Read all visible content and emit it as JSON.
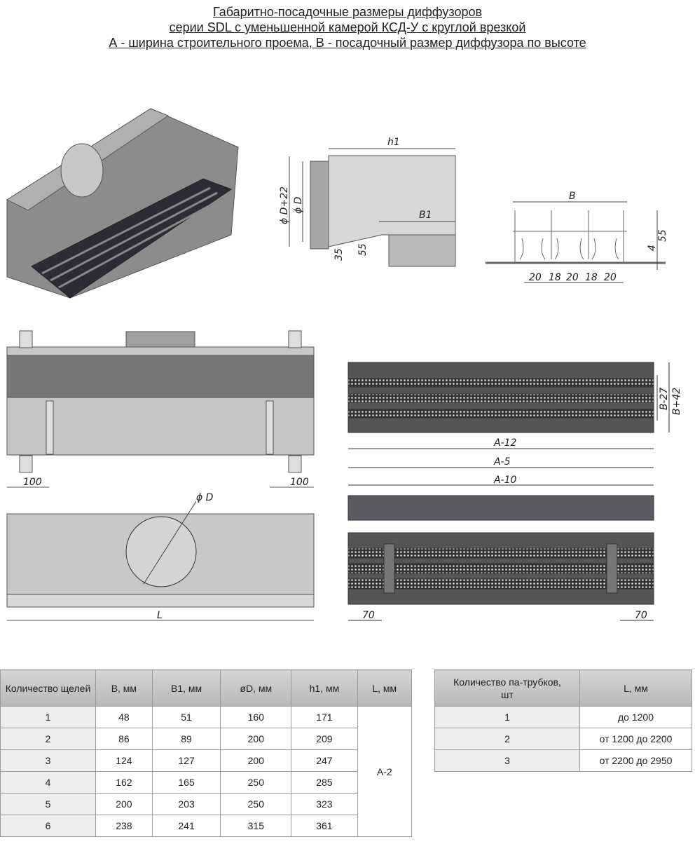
{
  "title": {
    "line1": "Габаритно-посадочные размеры диффузоров",
    "line2": "серии SDL с уменьшенной камерой КСД-У с круглой врезкой",
    "line3": "А - ширина строительного проема, В - посадочный размер диффузора по высоте"
  },
  "dims": {
    "h1": "h1",
    "dD22": "ϕ D+22",
    "dD": "ϕ D",
    "B1": "B1",
    "d35": "35",
    "d55": "55",
    "B": "B",
    "b55": "55",
    "b4": "4",
    "w": [
      "20",
      "18",
      "20",
      "18",
      "20"
    ],
    "l100": "100",
    "r100": "100",
    "phiD": "ϕ D",
    "L": "L",
    "Bm27": "B-27",
    "Bp42": "B+42",
    "Am12": "A-12",
    "Am5": "A-5",
    "Am10": "A-10",
    "l70": "70",
    "r70": "70"
  },
  "table1": {
    "headers": [
      "Количество щелей",
      "B, мм",
      "B1, мм",
      "øD, мм",
      "h1, мм",
      "L, мм"
    ],
    "rows": [
      [
        "1",
        "48",
        "51",
        "160",
        "171"
      ],
      [
        "2",
        "86",
        "89",
        "200",
        "209"
      ],
      [
        "3",
        "124",
        "127",
        "200",
        "247"
      ],
      [
        "4",
        "162",
        "165",
        "250",
        "285"
      ],
      [
        "5",
        "200",
        "203",
        "250",
        "323"
      ],
      [
        "6",
        "238",
        "241",
        "315",
        "361"
      ]
    ],
    "L_value": "A-2"
  },
  "table2": {
    "headers": [
      "Количество па-трубков, шт",
      "L, мм"
    ],
    "rows": [
      [
        "1",
        "до 1200"
      ],
      [
        "2",
        "от 1200 до 2200"
      ],
      [
        "3",
        "от 2200 до 2950"
      ]
    ]
  }
}
